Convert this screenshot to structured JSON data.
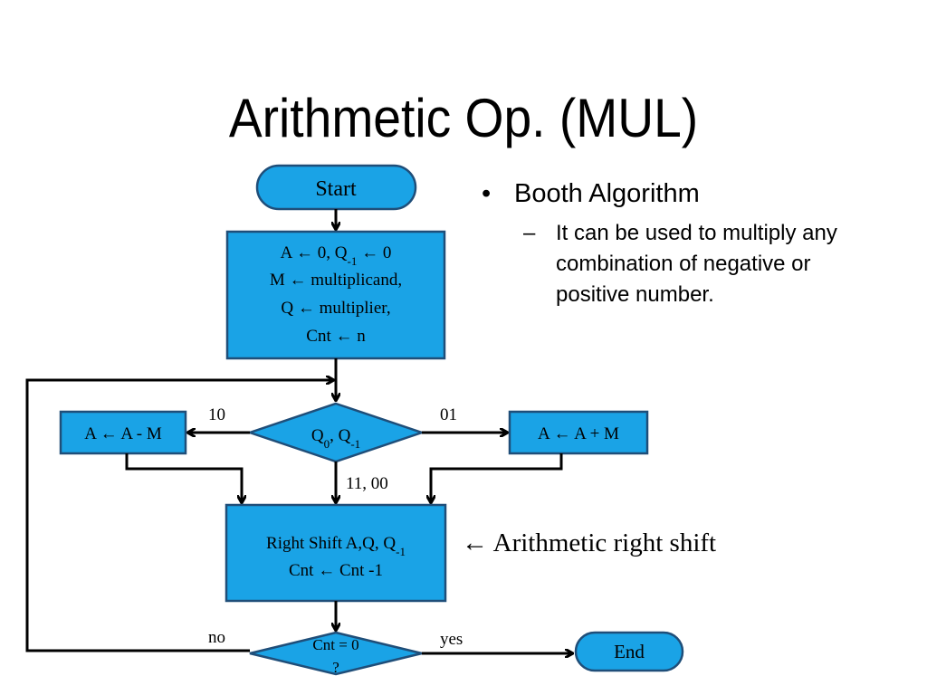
{
  "title": "Arithmetic Op. (MUL)",
  "flowchart": {
    "start": "Start",
    "init_lines": [
      "A ← 0, Q",
      "-1",
      " ← 0",
      "M ← multiplicand,",
      "Q ← multiplier,",
      "Cnt ← n"
    ],
    "decision_q": [
      "Q",
      "0",
      ", Q",
      "-1"
    ],
    "sub_box": "A ← A - M",
    "add_box": "A ← A + M",
    "label_10": "10",
    "label_01": "01",
    "label_1100": "11, 00",
    "shift_lines": [
      "Right Shift A,Q, Q",
      "-1",
      "Cnt ← Cnt -1"
    ],
    "decision_cnt": [
      "Cnt = 0",
      "?"
    ],
    "label_no": "no",
    "label_yes": "yes",
    "end": "End",
    "colors": {
      "fill": "#1aa3e6",
      "stroke": "#1f4e79",
      "arrow": "#000000"
    }
  },
  "bullets": {
    "main": "Booth Algorithm",
    "main_marker": "•",
    "sub_marker": "–",
    "sub": "It can be used to multiply any combination of negative or positive number."
  },
  "annotation": "← Arithmetic right shift"
}
